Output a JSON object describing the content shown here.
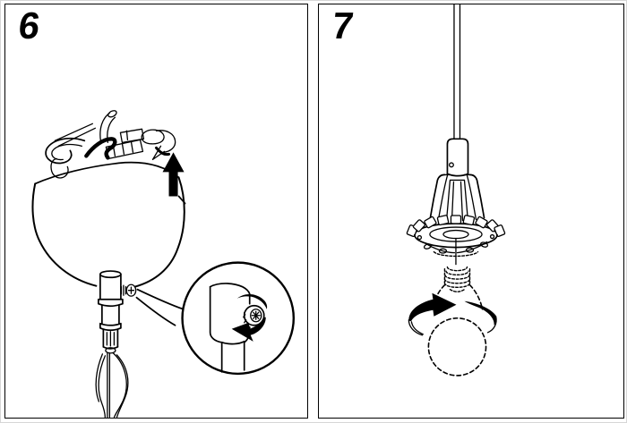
{
  "sheet": {
    "type": "assembly-instruction",
    "background_color": "#ffffff",
    "line_color": "#000000",
    "panel_border_color": "#000000"
  },
  "steps": [
    {
      "number": "6",
      "icons": [
        "up-arrow-icon",
        "screw-icon",
        "rotate-tighten-arrow-icon",
        "magnifier-detail-circle",
        "canopy-dome",
        "ceiling-bracket-hook",
        "cord-wires"
      ]
    },
    {
      "number": "7",
      "icons": [
        "cord",
        "cord-grip-cap",
        "socket-cage",
        "shade-holder-ring",
        "screw-thread-dashed",
        "light-bulb-dashed",
        "rotate-bulb-arrow-icon"
      ]
    }
  ]
}
